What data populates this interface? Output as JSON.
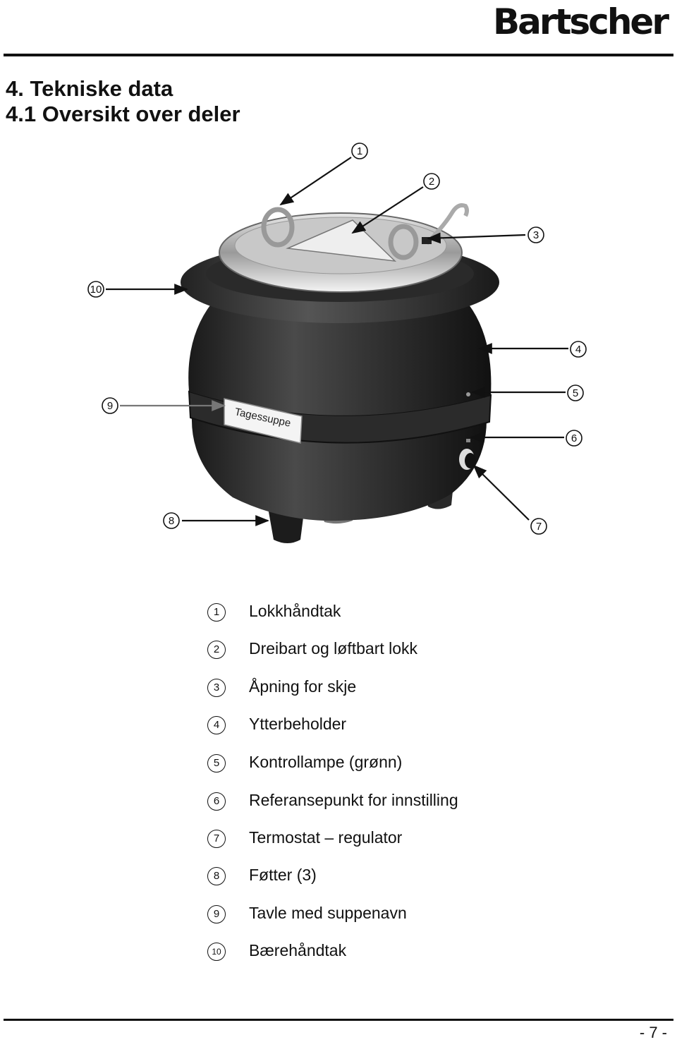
{
  "header": {
    "logo_text": "Bartscher"
  },
  "title": {
    "heading": "4. Tekniske data",
    "subheading": "4.1 Oversikt over deler"
  },
  "figure": {
    "sign_text": "Tagessuppe",
    "callouts": [
      "1",
      "2",
      "3",
      "4",
      "5",
      "6",
      "7",
      "8",
      "9",
      "10"
    ]
  },
  "legend": {
    "items": [
      {
        "num": "1",
        "label": "Lokkhåndtak"
      },
      {
        "num": "2",
        "label": "Dreibart og løftbart lokk"
      },
      {
        "num": "3",
        "label": "Åpning for skje"
      },
      {
        "num": "4",
        "label": "Ytterbeholder"
      },
      {
        "num": "5",
        "label": "Kontrollampe (grønn)"
      },
      {
        "num": "6",
        "label": "Referansepunkt for innstilling"
      },
      {
        "num": "7",
        "label": "Termostat – regulator"
      },
      {
        "num": "8",
        "label": "Føtter (3)"
      },
      {
        "num": "9",
        "label": "Tavle med suppenavn"
      },
      {
        "num": "10",
        "label": "Bærehåndtak"
      }
    ]
  },
  "footer": {
    "page_number": "- 7 -"
  }
}
